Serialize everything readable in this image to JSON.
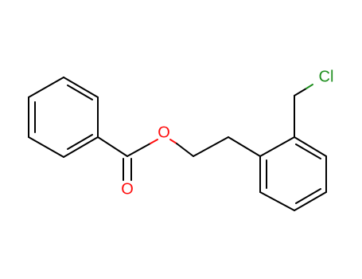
{
  "molecule": {
    "atoms": {
      "ester_oxygen": {
        "symbol": "O",
        "color": "#ff0d0d"
      },
      "carbonyl_oxygen": {
        "symbol": "O",
        "color": "#ff0d0d"
      },
      "chlorine": {
        "symbol": "Cl",
        "color": "#1f8f1f"
      }
    },
    "bond_color": "#000000"
  }
}
